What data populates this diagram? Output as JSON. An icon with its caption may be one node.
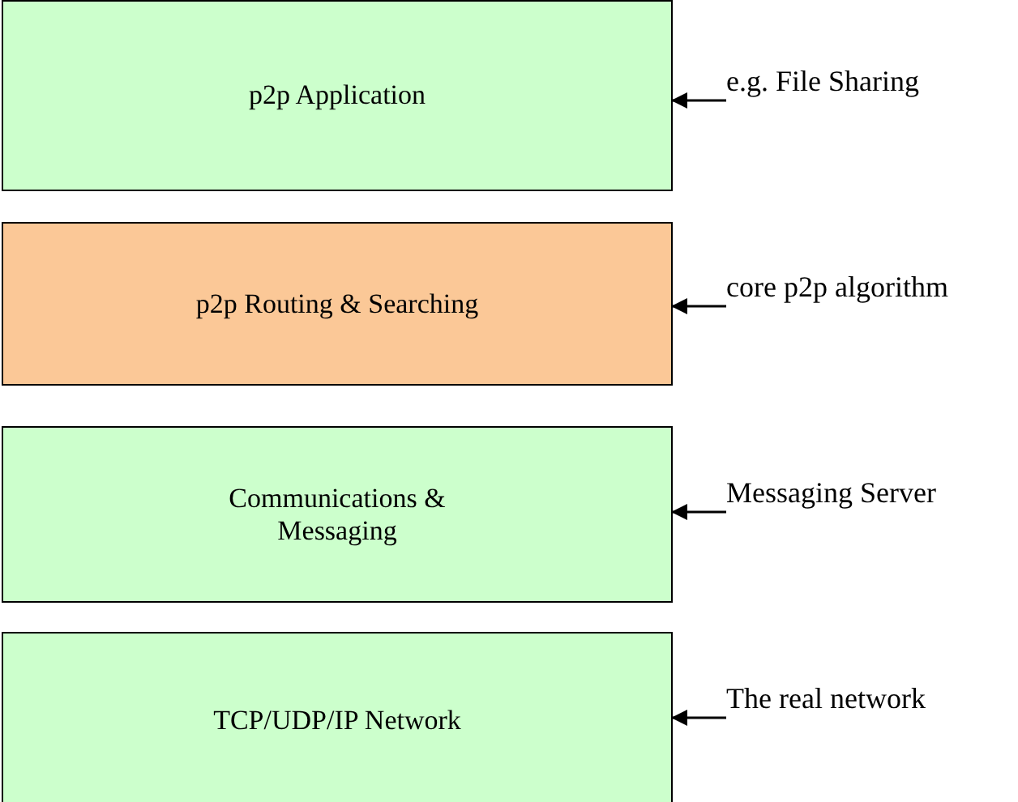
{
  "diagram": {
    "nodes": [
      {
        "text": [
          "p2p Application"
        ]
      },
      {
        "text": [
          "p2p Routing & Searching"
        ]
      },
      {
        "text": [
          "Communications & Messaging"
        ]
      },
      {
        "text": [
          "TCP/UDP/IP Network"
        ]
      },
      {
        "text": [
          "e.g. File Sharing"
        ]
      },
      {
        "text": [
          "core p2p algorithm"
        ]
      },
      {
        "text": [
          "Messaging Server"
        ]
      },
      {
        "text": [
          "The real network"
        ]
      }
    ],
    "edges": [
      {
        "from": 4,
        "to": 0,
        "arrow": "to"
      },
      {
        "from": 5,
        "to": 1,
        "arrow": "to"
      },
      {
        "from": 6,
        "to": 2,
        "arrow": "to"
      },
      {
        "from": 7,
        "to": 3,
        "arrow": "to"
      }
    ]
  }
}
